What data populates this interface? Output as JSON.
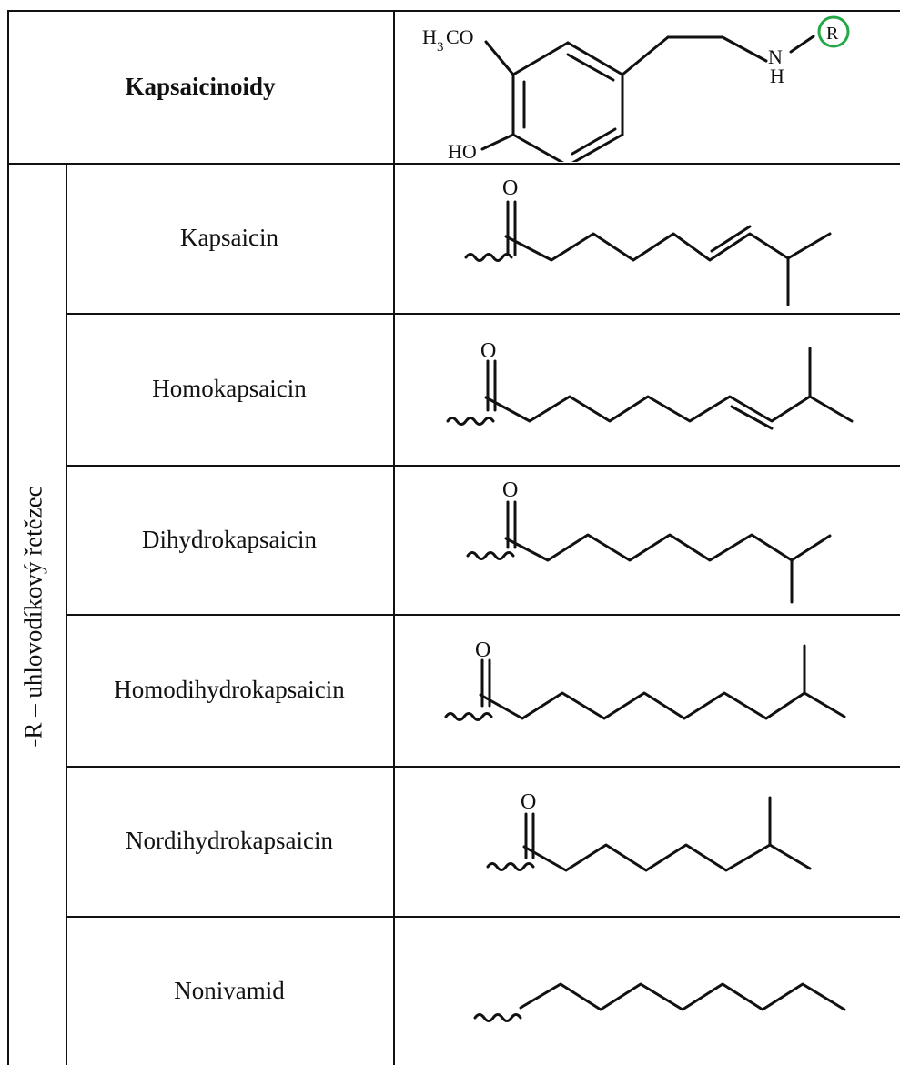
{
  "header": {
    "title": "Kapsaicinoidy",
    "substituent_labels": {
      "methoxy": "CO",
      "methoxy_prefix": "H",
      "methoxy_sub": "3",
      "hydroxy": "HO",
      "amine_n": "N",
      "amine_h": "H",
      "r_group": "R"
    }
  },
  "side_label": "-R – uhlovodíkový řetězec",
  "rows": [
    {
      "name": "Kapsaicin",
      "oxygen": "O"
    },
    {
      "name": "Homokapsaicin",
      "oxygen": "O"
    },
    {
      "name": "Dihydrokapsaicin",
      "oxygen": "O"
    },
    {
      "name": "Homodihydrokapsaicin",
      "oxygen": "O"
    },
    {
      "name": "Nordihydrokapsaicin",
      "oxygen": "O"
    },
    {
      "name": "Nonivamid",
      "oxygen": ""
    }
  ],
  "colors": {
    "r_circle": "#22a845",
    "ink": "#111111"
  }
}
